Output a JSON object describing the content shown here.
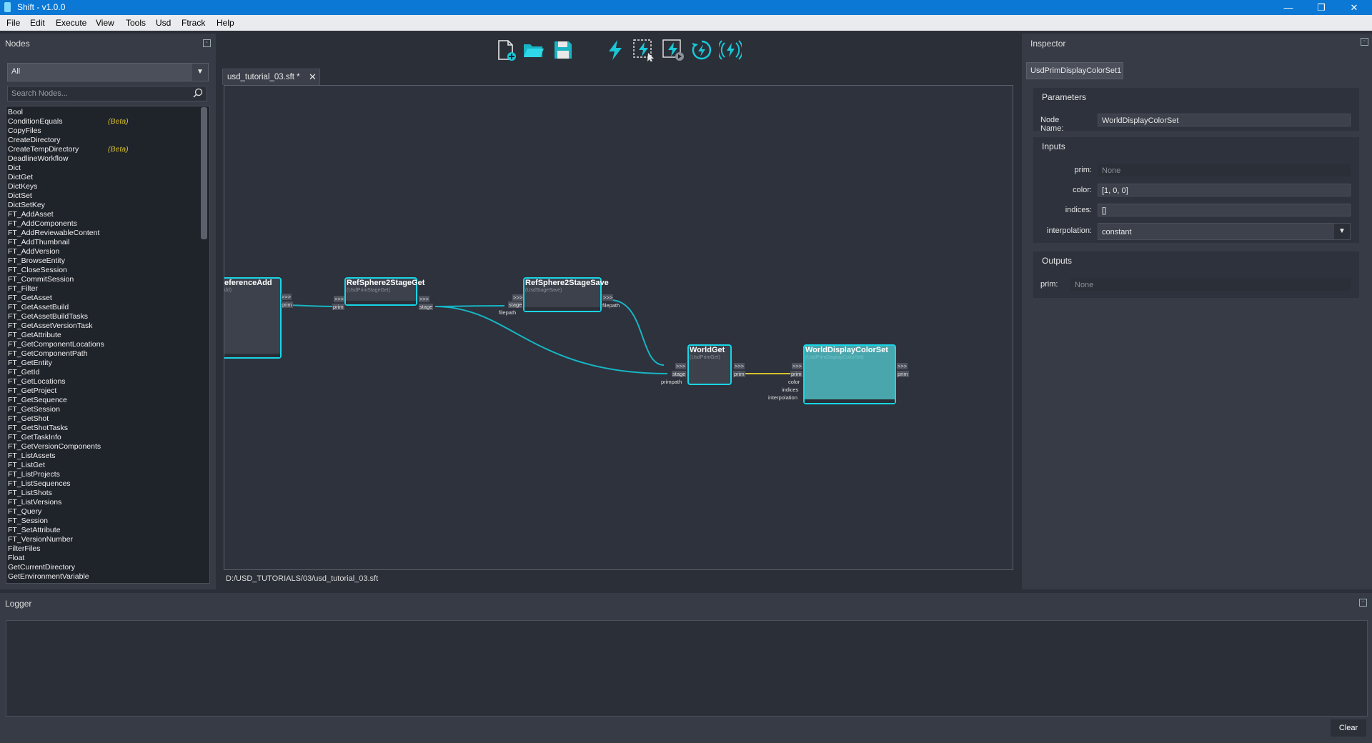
{
  "window": {
    "title": "Shift - v1.0.0",
    "minimize": "—",
    "restore": "❐",
    "close": "✕"
  },
  "menu": [
    "File",
    "Edit",
    "Execute",
    "View",
    "Tools",
    "Usd",
    "Ftrack",
    "Help"
  ],
  "nodes_panel": {
    "title": "Nodes",
    "filter_value": "All",
    "search_placeholder": "Search Nodes...",
    "items": [
      {
        "name": "Bool",
        "tag": ""
      },
      {
        "name": "ConditionEquals",
        "tag": "(Beta)"
      },
      {
        "name": "CopyFiles",
        "tag": ""
      },
      {
        "name": "CreateDirectory",
        "tag": ""
      },
      {
        "name": "CreateTempDirectory",
        "tag": "(Beta)"
      },
      {
        "name": "DeadlineWorkflow",
        "tag": ""
      },
      {
        "name": "Dict",
        "tag": ""
      },
      {
        "name": "DictGet",
        "tag": ""
      },
      {
        "name": "DictKeys",
        "tag": ""
      },
      {
        "name": "DictSet",
        "tag": ""
      },
      {
        "name": "DictSetKey",
        "tag": ""
      },
      {
        "name": "FT_AddAsset",
        "tag": ""
      },
      {
        "name": "FT_AddComponents",
        "tag": ""
      },
      {
        "name": "FT_AddReviewableContent",
        "tag": ""
      },
      {
        "name": "FT_AddThumbnail",
        "tag": ""
      },
      {
        "name": "FT_AddVersion",
        "tag": ""
      },
      {
        "name": "FT_BrowseEntity",
        "tag": ""
      },
      {
        "name": "FT_CloseSession",
        "tag": ""
      },
      {
        "name": "FT_CommitSession",
        "tag": ""
      },
      {
        "name": "FT_Filter",
        "tag": ""
      },
      {
        "name": "FT_GetAsset",
        "tag": ""
      },
      {
        "name": "FT_GetAssetBuild",
        "tag": ""
      },
      {
        "name": "FT_GetAssetBuildTasks",
        "tag": ""
      },
      {
        "name": "FT_GetAssetVersionTask",
        "tag": ""
      },
      {
        "name": "FT_GetAttribute",
        "tag": ""
      },
      {
        "name": "FT_GetComponentLocations",
        "tag": ""
      },
      {
        "name": "FT_GetComponentPath",
        "tag": ""
      },
      {
        "name": "FT_GetEntity",
        "tag": ""
      },
      {
        "name": "FT_GetId",
        "tag": ""
      },
      {
        "name": "FT_GetLocations",
        "tag": ""
      },
      {
        "name": "FT_GetProject",
        "tag": ""
      },
      {
        "name": "FT_GetSequence",
        "tag": ""
      },
      {
        "name": "FT_GetSession",
        "tag": ""
      },
      {
        "name": "FT_GetShot",
        "tag": ""
      },
      {
        "name": "FT_GetShotTasks",
        "tag": ""
      },
      {
        "name": "FT_GetTaskInfo",
        "tag": ""
      },
      {
        "name": "FT_GetVersionComponents",
        "tag": ""
      },
      {
        "name": "FT_ListAssets",
        "tag": ""
      },
      {
        "name": "FT_ListGet",
        "tag": ""
      },
      {
        "name": "FT_ListProjects",
        "tag": ""
      },
      {
        "name": "FT_ListSequences",
        "tag": ""
      },
      {
        "name": "FT_ListShots",
        "tag": ""
      },
      {
        "name": "FT_ListVersions",
        "tag": ""
      },
      {
        "name": "FT_Query",
        "tag": ""
      },
      {
        "name": "FT_Session",
        "tag": ""
      },
      {
        "name": "FT_SetAttribute",
        "tag": ""
      },
      {
        "name": "FT_VersionNumber",
        "tag": ""
      },
      {
        "name": "FilterFiles",
        "tag": ""
      },
      {
        "name": "Float",
        "tag": ""
      },
      {
        "name": "GetCurrentDirectory",
        "tag": ""
      },
      {
        "name": "GetEnvironmentVariable",
        "tag": ""
      }
    ]
  },
  "toolbar": {
    "icons": [
      "new-file-icon",
      "open-folder-icon",
      "save-icon",
      "execute-icon",
      "execute-selected-icon",
      "execute-step-icon",
      "refresh-execute-icon",
      "live-execute-icon"
    ]
  },
  "editor": {
    "tab_label": "usd_tutorial_03.sft *",
    "tab_close": "✕",
    "file_path": "D:/USD_TUTORIALS/03/usd_tutorial_03.sft"
  },
  "graph": {
    "colors": {
      "node_border": "#18d6e6",
      "wire_cyan": "#18b4c4",
      "wire_yellow": "#d8c030",
      "selected_node": "#48a6ac"
    },
    "nodes": [
      {
        "title": "eferenceAdd",
        "subtitle": "dd)",
        "ports_out": [
          "prim"
        ]
      },
      {
        "title": "RefSphere2StageGet",
        "subtitle": "(UsdPrimStageGet)",
        "ports_in": [
          "prim"
        ],
        "ports_out": [
          "stage"
        ]
      },
      {
        "title": "RefSphere2StageSave",
        "subtitle": "(UsdStageSave)",
        "ports_in": [
          "stage",
          "filepath"
        ],
        "ports_out": [
          "filepath"
        ]
      },
      {
        "title": "WorldGet",
        "subtitle": "(UsdPrimGet)",
        "ports_in": [
          "stage",
          "primpath"
        ],
        "ports_out": [
          "prim"
        ]
      },
      {
        "title": "WorldDisplayColorSet",
        "subtitle": "(UsdPrimDisplayColorSet)",
        "ports_in": [
          "prim",
          "color",
          "indices",
          "interpolation"
        ],
        "ports_out": [
          "prim"
        ]
      }
    ],
    "exec_glyph": ">>>"
  },
  "inspector": {
    "title": "Inspector",
    "node_tab": "UsdPrimDisplayColorSet1",
    "parameters": {
      "title": "Parameters",
      "node_name_label": "Node Name:",
      "node_name": "WorldDisplayColorSet"
    },
    "inputs": {
      "title": "Inputs",
      "prim_label": "prim:",
      "prim_value": "None",
      "color_label": "color:",
      "color_value": "[1, 0, 0]",
      "indices_label": "indices:",
      "indices_value": "[]",
      "interpolation_label": "interpolation:",
      "interpolation_value": "constant"
    },
    "outputs": {
      "title": "Outputs",
      "prim_label": "prim:",
      "prim_value": "None"
    }
  },
  "logger": {
    "title": "Logger",
    "clear_label": "Clear"
  }
}
